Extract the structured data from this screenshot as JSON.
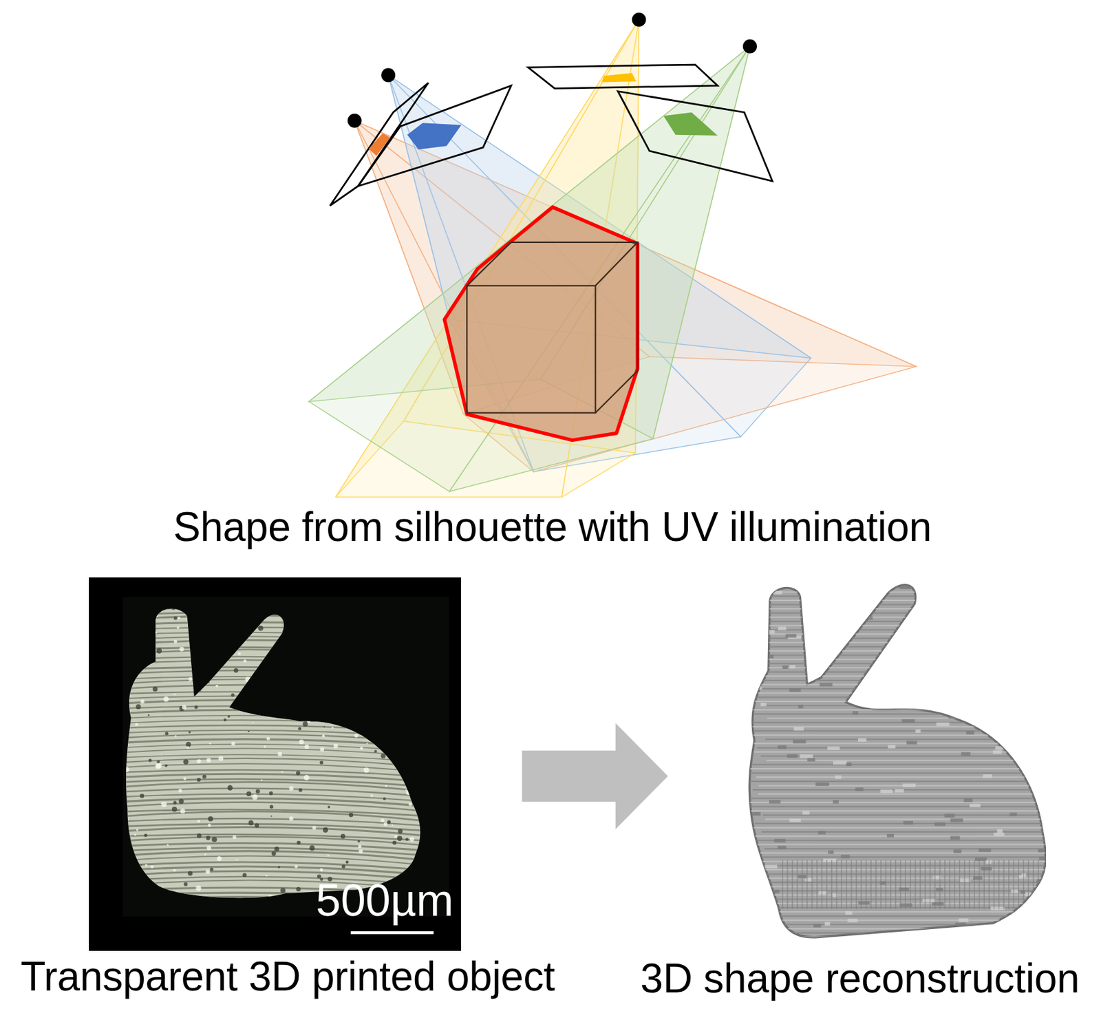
{
  "diagram": {
    "nodes": [
      {
        "text": [
          "Transparent 3D printed object"
        ]
      },
      {
        "text": [
          "3D shape reconstruction"
        ]
      }
    ],
    "edges": [
      {
        "from": 0,
        "to": 1,
        "arrow": "to"
      }
    ],
    "labels": [
      "Shape from silhouette with UV illumination",
      "500µm"
    ]
  }
}
